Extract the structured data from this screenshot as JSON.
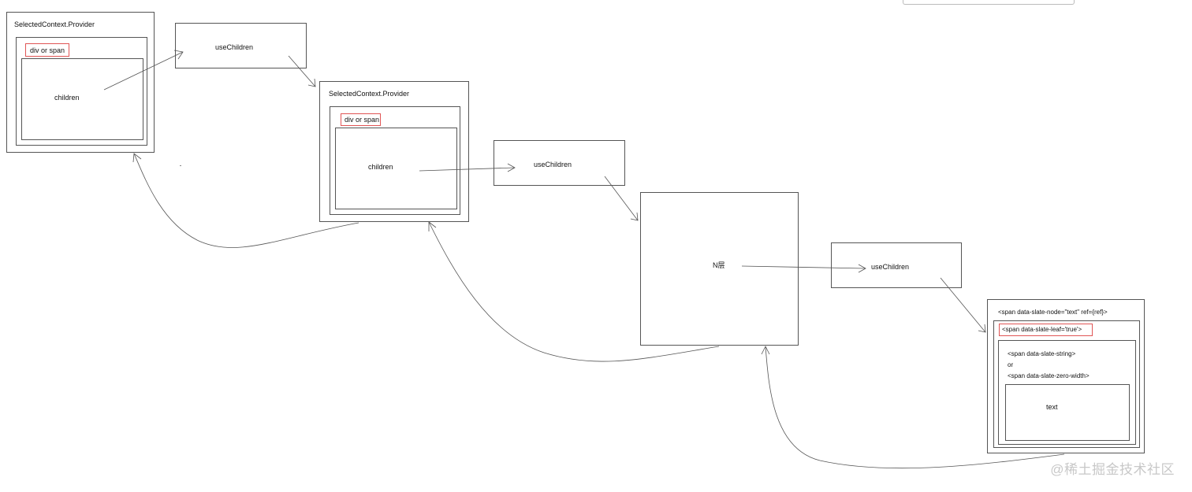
{
  "group1": {
    "provider": "SelectedContext.Provider",
    "tag": "div or span",
    "children": "children"
  },
  "useChildren1": "useChildren",
  "group2": {
    "provider": "SelectedContext.Provider",
    "tag": "div or span",
    "children": "children"
  },
  "useChildren2": "useChildren",
  "nLayer": "N层",
  "useChildren3": "useChildren",
  "leaf": {
    "node_span": "<span data-slate-node=\"text\" ref={ref}>",
    "leaf_span": "<span data-slate-leaf='true'>",
    "string_span": "<span data-slate-string>",
    "or": "or",
    "zero_width_span": "<span data-slate-zero-width>",
    "text": "text"
  },
  "watermark": "@稀土掘金技术社区",
  "colors": {
    "stroke": "#555555",
    "tag_border": "#e05555",
    "arrow": "#555555"
  }
}
